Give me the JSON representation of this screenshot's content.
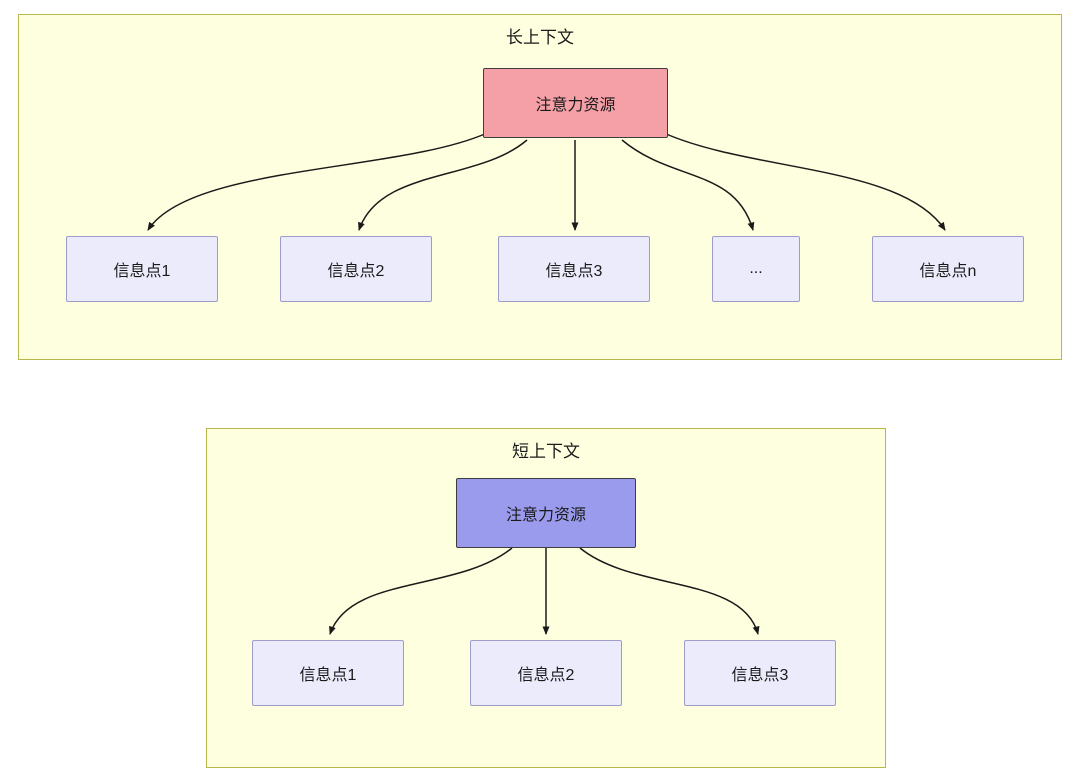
{
  "colors": {
    "panel_bg": "#feffdf",
    "panel_border": "#b8b84a",
    "long_source_fill": "#f5a0a7",
    "short_source_fill": "#9b9bee",
    "target_fill": "#ebebfb",
    "target_border": "#9d9dcb",
    "arrow": "#1a1a1a"
  },
  "long_context": {
    "title": "长上下文",
    "source_label": "注意力资源",
    "targets": [
      "信息点1",
      "信息点2",
      "信息点3",
      "...",
      "信息点n"
    ]
  },
  "short_context": {
    "title": "短上下文",
    "source_label": "注意力资源",
    "targets": [
      "信息点1",
      "信息点2",
      "信息点3"
    ]
  }
}
